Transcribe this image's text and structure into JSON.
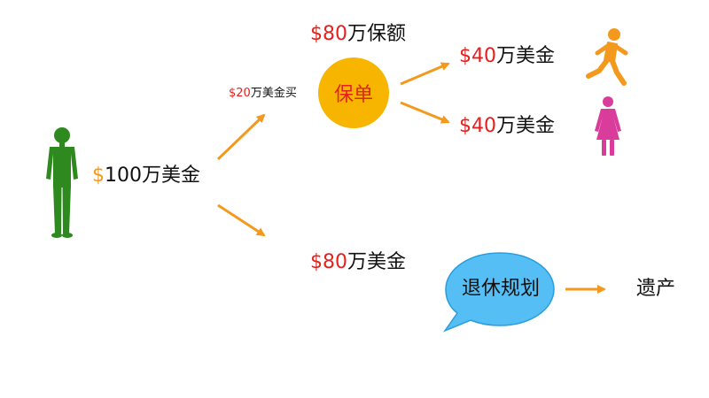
{
  "diagram": {
    "total": {
      "symbol": "$",
      "text": "100万美金"
    },
    "premium": {
      "amount": "$20",
      "text": "万美金买"
    },
    "coverage": {
      "amount": "$80",
      "text": "万保额"
    },
    "policy_label": "保单",
    "beneficiaries": [
      {
        "amount": "$40",
        "text": "万美金",
        "icon": "boy-running-icon"
      },
      {
        "amount": "$40",
        "text": "万美金",
        "icon": "woman-icon"
      }
    ],
    "remaining": {
      "amount": "$80",
      "text": "万美金"
    },
    "retirement_label": "退休规划",
    "legacy_label": "遗产"
  },
  "colors": {
    "accent_red": "#e3211f",
    "accent_orange": "#f39a1e",
    "person_green": "#2e8a1f",
    "policy_yellow": "#f7b500",
    "retirement_blue": "#55bff5",
    "woman_pink": "#d93c9a"
  }
}
